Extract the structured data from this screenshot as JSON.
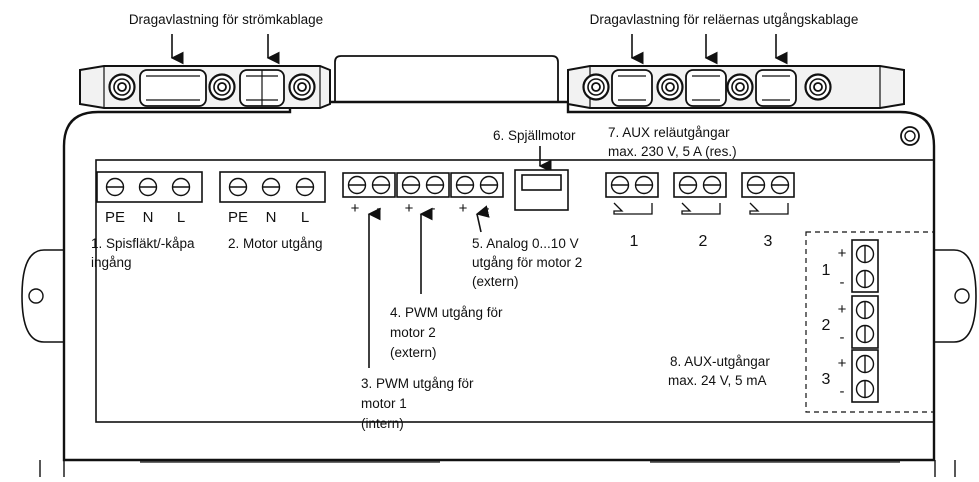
{
  "callouts": {
    "strain_power": "Dragavlastning för strömkablage",
    "strain_relay": "Dragavlastning för reläernas utgångskablage"
  },
  "blocks": {
    "b1": {
      "terminals": [
        "PE",
        "N",
        "L"
      ],
      "label_line1": "1. Spisfläkt/-kåpa",
      "label_line2": "ingång"
    },
    "b2": {
      "terminals": [
        "PE",
        "N",
        "L"
      ],
      "label": "2. Motor utgång"
    },
    "b3": {
      "polarity": [
        "+",
        "-"
      ],
      "label_lines": [
        "3. PWM utgång för",
        "motor 1",
        "(intern)"
      ]
    },
    "b4": {
      "polarity": [
        "+",
        "-"
      ],
      "label_lines": [
        "4. PWM utgång för",
        "motor 2",
        "(extern)"
      ]
    },
    "b5": {
      "polarity": [
        "+",
        "-"
      ],
      "label_lines": [
        "5. Analog 0...10 V",
        "utgång för motor 2",
        "(extern)"
      ]
    },
    "b6": {
      "label": "6. Spjällmotor"
    },
    "b7": {
      "label_line1": "7. AUX reläutgångar",
      "label_line2": "max. 230 V, 5 A (res.)",
      "relays": [
        "1",
        "2",
        "3"
      ]
    },
    "b8": {
      "label_line1": "8. AUX-utgångar",
      "label_line2": "max. 24 V, 5 mA",
      "channels": [
        {
          "num": "1",
          "plus": "+",
          "minus": "-"
        },
        {
          "num": "2",
          "plus": "+",
          "minus": "-"
        },
        {
          "num": "3",
          "plus": "+",
          "minus": "-"
        }
      ]
    }
  }
}
